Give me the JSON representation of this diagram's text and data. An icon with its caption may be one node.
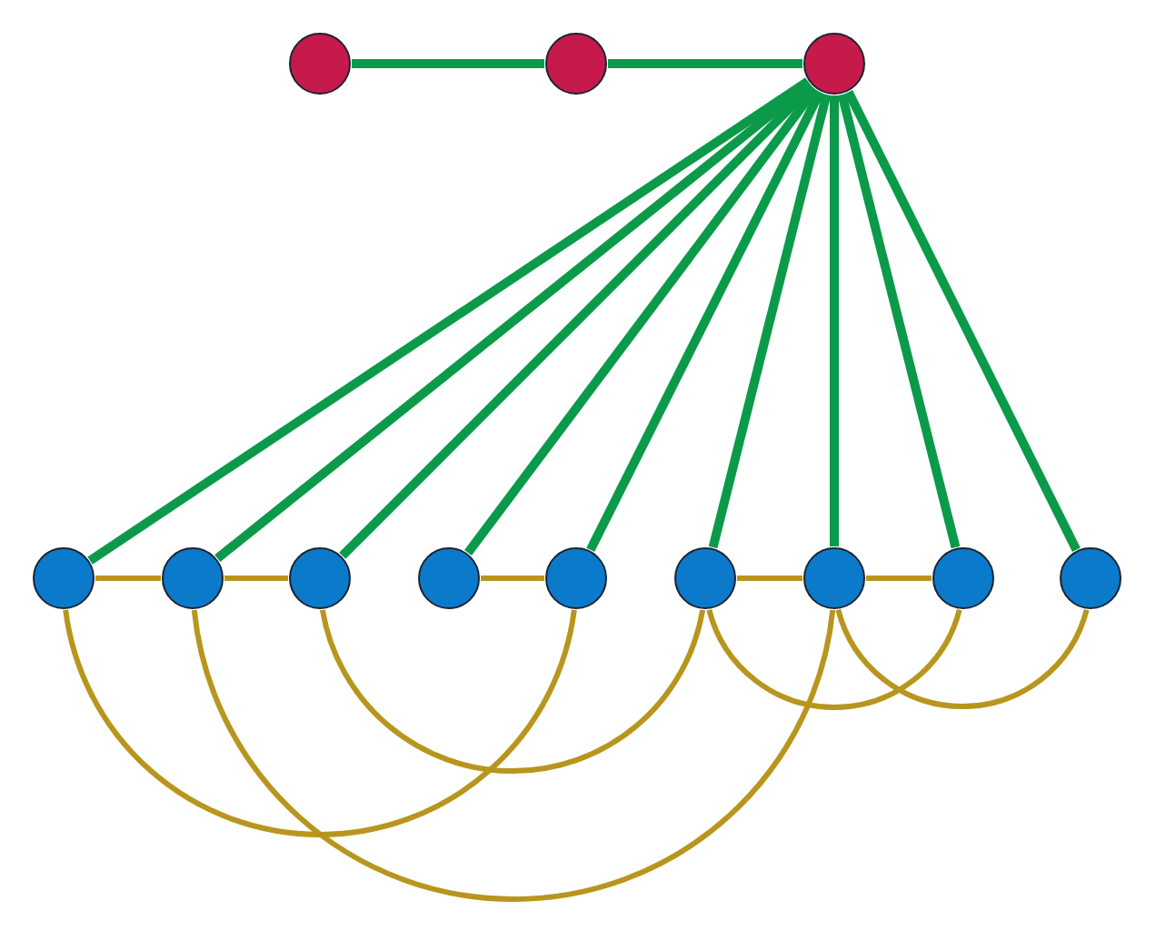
{
  "diagram": {
    "nodes": [
      {
        "text": [],
        "shape": "circle"
      },
      {
        "text": [],
        "shape": "circle"
      },
      {
        "text": [],
        "shape": "circle"
      },
      {
        "text": [],
        "shape": "circle"
      },
      {
        "text": [],
        "shape": "circle"
      },
      {
        "text": [],
        "shape": "circle"
      },
      {
        "text": [],
        "shape": "circle"
      },
      {
        "text": [],
        "shape": "circle"
      },
      {
        "text": [],
        "shape": "circle"
      },
      {
        "text": [],
        "shape": "circle"
      },
      {
        "text": [],
        "shape": "circle"
      },
      {
        "text": [],
        "shape": "circle"
      }
    ],
    "edges": [
      {
        "from": 0,
        "to": 1,
        "arrow": "none"
      },
      {
        "from": 1,
        "to": 2,
        "arrow": "none"
      },
      {
        "from": 2,
        "to": 3,
        "arrow": "none"
      },
      {
        "from": 2,
        "to": 4,
        "arrow": "none"
      },
      {
        "from": 2,
        "to": 5,
        "arrow": "none"
      },
      {
        "from": 2,
        "to": 6,
        "arrow": "none"
      },
      {
        "from": 2,
        "to": 7,
        "arrow": "none"
      },
      {
        "from": 2,
        "to": 8,
        "arrow": "none"
      },
      {
        "from": 2,
        "to": 9,
        "arrow": "none"
      },
      {
        "from": 2,
        "to": 10,
        "arrow": "none"
      },
      {
        "from": 2,
        "to": 11,
        "arrow": "none"
      },
      {
        "from": 3,
        "to": 4,
        "arrow": "none",
        "color": "#b8961e"
      },
      {
        "from": 4,
        "to": 5,
        "arrow": "none",
        "color": "#b8961e"
      },
      {
        "from": 6,
        "to": 7,
        "arrow": "none",
        "color": "#b8961e"
      },
      {
        "from": 8,
        "to": 9,
        "arrow": "none",
        "color": "#b8961e"
      },
      {
        "from": 9,
        "to": 10,
        "arrow": "none",
        "color": "#b8961e"
      },
      {
        "from": 3,
        "to": 7,
        "arrow": "none",
        "color": "#b8961e"
      },
      {
        "from": 4,
        "to": 9,
        "arrow": "none",
        "color": "#b8961e"
      },
      {
        "from": 5,
        "to": 8,
        "arrow": "none",
        "color": "#b8961e"
      },
      {
        "from": 8,
        "to": 10,
        "arrow": "none",
        "color": "#b8961e"
      },
      {
        "from": 9,
        "to": 11,
        "arrow": "none",
        "color": "#b8961e"
      }
    ]
  }
}
